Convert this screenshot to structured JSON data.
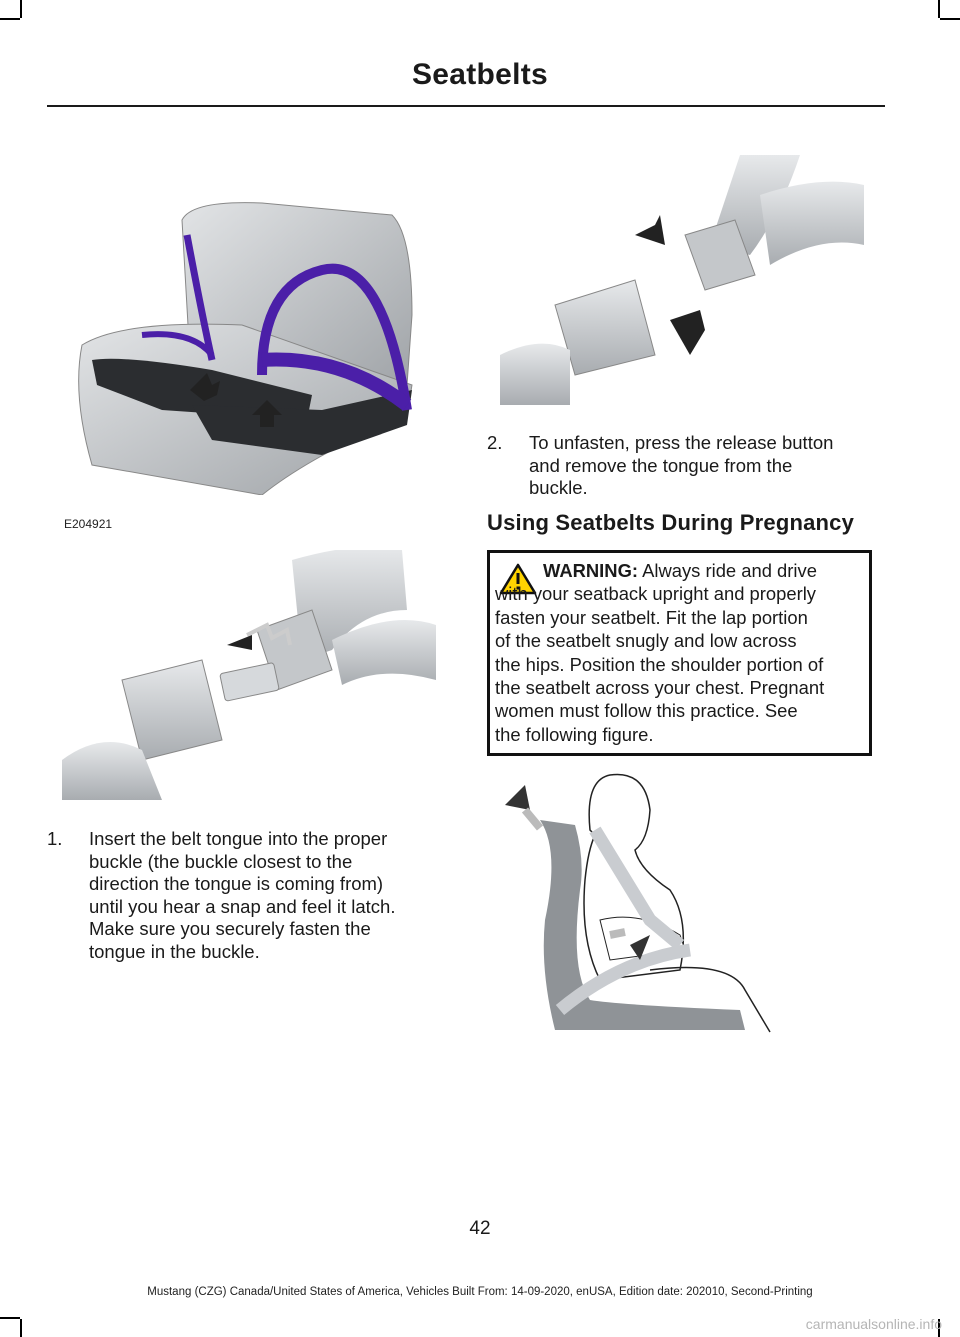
{
  "header": {
    "title": "Seatbelts"
  },
  "figures": {
    "seat_code": "E204921"
  },
  "steps": [
    {
      "number": "1.",
      "lines": [
        "Insert the belt tongue into the proper",
        "buckle (the buckle closest to the",
        "direction the tongue is coming from)",
        "until you hear a snap and feel it latch.",
        "Make sure you securely fasten the",
        "tongue in the buckle."
      ]
    },
    {
      "number": "2.",
      "lines": [
        "To unfasten, press the release button",
        "and remove the tongue from the",
        "buckle."
      ]
    }
  ],
  "pregnancy": {
    "heading": "Using Seatbelts During Pregnancy",
    "warning_lead": "WARNING:",
    "warning_lines": [
      "Always ride and drive",
      "with your seatback upright and properly",
      "fasten your seatbelt. Fit the lap portion",
      "of the seatbelt snugly and low across",
      "the hips. Position the shoulder portion of",
      "the seatbelt across your chest. Pregnant",
      "women must follow this practice. See",
      "the following figure."
    ],
    "warning_icon": "warning-triangle-icon",
    "icon_color": "#ffd400"
  },
  "footer": {
    "page_number": "42",
    "text": "Mustang (CZG) Canada/United States of America, Vehicles Built From: 14-09-2020, enUSA, Edition date: 202010, Second-Printing"
  },
  "watermark": "carmanualsonline.info",
  "colors": {
    "belt": "#4b1fa8",
    "seat": "#c9cccf"
  }
}
